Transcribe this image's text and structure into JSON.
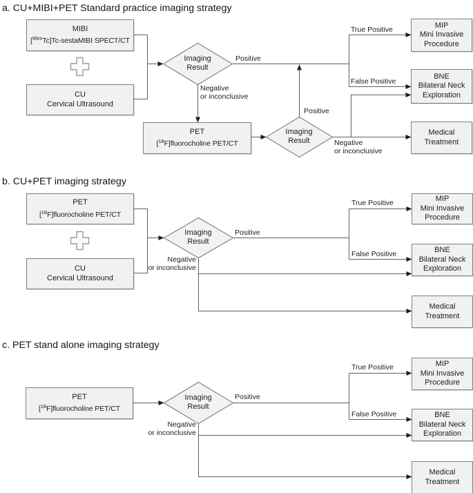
{
  "colors": {
    "box_fill": "#f1f1f1",
    "box_border": "#7e7e7e",
    "connector_line": "#5f5f5f",
    "arrowhead": "#1f1f1f",
    "text": "#1b1b1b"
  },
  "icons": {
    "combine_a": "plus-outline",
    "combine_b": "plus-outline"
  },
  "sections": {
    "a": {
      "title": "a. CU+MIBI+PET Standard practice imaging strategy",
      "nodes": {
        "mibi": {
          "name": "MIBI",
          "bracket": "[",
          "sup": "99m",
          "rest": "Tc]Tc-sestaMIBI SPECT/CT"
        },
        "cu": {
          "name": "CU",
          "detail": "Cervical Ultrasound"
        },
        "decision1": {
          "line1": "Imaging",
          "line2": "Result"
        },
        "pet": {
          "name": "PET",
          "bracket": "[",
          "sup": "18",
          "rest": "F]fluorocholine PET/CT"
        },
        "decision2": {
          "line1": "Imaging",
          "line2": "Result"
        },
        "mip": {
          "line1": "MIP",
          "line2": "Mini Invasive",
          "line3": "Procedure"
        },
        "bne": {
          "line1": "BNE",
          "line2": "Bilateral Neck",
          "line3": "Exploration"
        },
        "medical": {
          "line1": "Medical",
          "line2": "Treatment"
        }
      },
      "labels": {
        "positive1": "Positive",
        "positive2": "Positive",
        "true_positive": "True Positive",
        "false_positive": "False Positive",
        "negative1_line1": "Negative",
        "negative1_line2": "or inconclusive",
        "negative2_line1": "Negative",
        "negative2_line2": "or inconclusive"
      }
    },
    "b": {
      "title": "b. CU+PET imaging strategy",
      "nodes": {
        "pet": {
          "name": "PET",
          "bracket": "[",
          "sup": "18",
          "rest": "F]fluorocholine PET/CT"
        },
        "cu": {
          "name": "CU",
          "detail": "Cervical Ultrasound"
        },
        "decision": {
          "line1": "Imaging",
          "line2": "Result"
        },
        "mip": {
          "line1": "MIP",
          "line2": "Mini Invasive",
          "line3": "Procedure"
        },
        "bne": {
          "line1": "BNE",
          "line2": "Bilateral Neck",
          "line3": "Exploration"
        },
        "medical": {
          "line1": "Medical",
          "line2": "Treatment"
        }
      },
      "labels": {
        "positive": "Positive",
        "true_positive": "True Positive",
        "false_positive": "False Positive",
        "negative_line1": "Negative",
        "negative_line2": "or inconclusive"
      }
    },
    "c": {
      "title": "c. PET stand alone imaging strategy",
      "nodes": {
        "pet": {
          "name": "PET",
          "bracket": "[",
          "sup": "18",
          "rest": "F]fluorocholine PET/CT"
        },
        "decision": {
          "line1": "Imaging",
          "line2": "Result"
        },
        "mip": {
          "line1": "MIP",
          "line2": "Mini Invasive",
          "line3": "Procedure"
        },
        "bne": {
          "line1": "BNE",
          "line2": "Bilateral Neck",
          "line3": "Exploration"
        },
        "medical": {
          "line1": "Medical",
          "line2": "Treatment"
        }
      },
      "labels": {
        "positive": "Positive",
        "true_positive": "True Positive",
        "false_positive": "False Positive",
        "negative_line1": "Negative",
        "negative_line2": "or inconclusive"
      }
    }
  }
}
